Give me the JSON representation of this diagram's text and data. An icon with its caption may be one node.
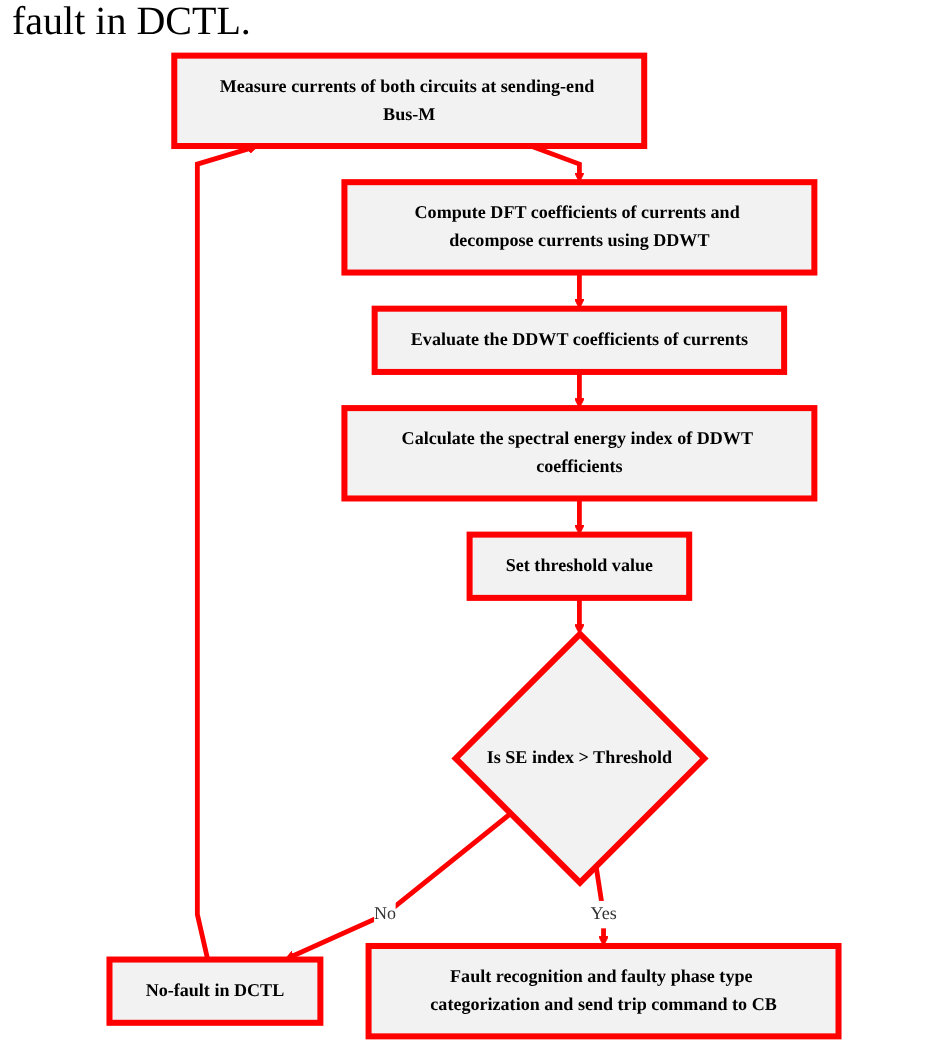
{
  "diagram": {
    "nodes": [
      {
        "text": [
          "Measure currents of both circuits at sending-end Bus-M"
        ]
      },
      {
        "text": [
          "Compute DFT coefficients of currents and decompose currents using DDWT"
        ]
      },
      {
        "text": [
          "Evaluate the DDWT coefficients of currents"
        ]
      },
      {
        "text": [
          "Calculate the spectral energy index of DDWT coefficients"
        ]
      },
      {
        "text": [
          "Set threshold value"
        ]
      },
      {
        "text": [
          "Is SE index > Threshold"
        ]
      },
      {
        "text": [
          "No-fault in DCTL"
        ]
      },
      {
        "text": [
          "Fault recognition and faulty phase type categorization and send trip command to CB"
        ]
      }
    ],
    "edges": [
      {
        "from": 0,
        "to": 1,
        "arrow": "to"
      },
      {
        "from": 1,
        "to": 2,
        "arrow": "to"
      },
      {
        "from": 2,
        "to": 3,
        "arrow": "to"
      },
      {
        "from": 3,
        "to": 4,
        "arrow": "to"
      },
      {
        "from": 4,
        "to": 5,
        "arrow": "to"
      },
      {
        "from": 5,
        "to": 6,
        "label": "No",
        "arrow": "to"
      },
      {
        "from": 6,
        "to": 0,
        "arrow": "to"
      },
      {
        "from": 5,
        "to": 7,
        "label": "Yes",
        "arrow": "to"
      }
    ],
    "labels": [
      "fault in DCTL."
    ]
  }
}
